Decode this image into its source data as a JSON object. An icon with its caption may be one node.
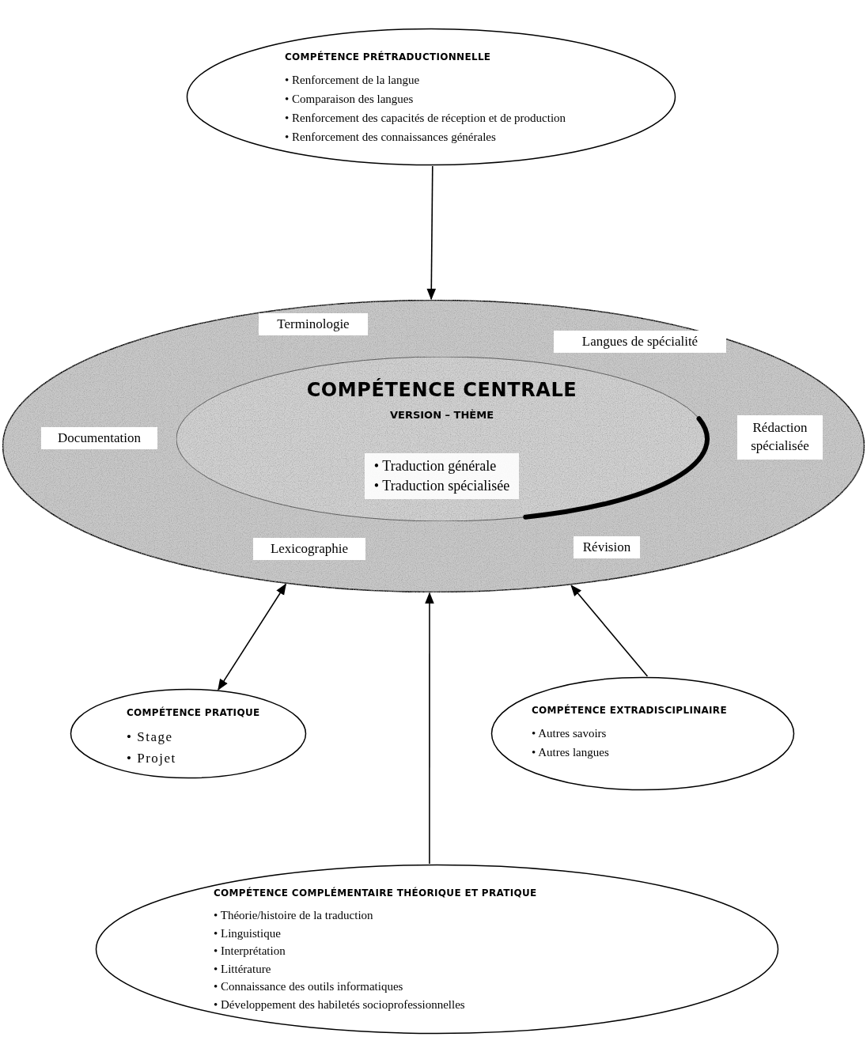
{
  "diagram": {
    "nodes": [
      {
        "text": [
          "COMPÉTENCE PRÉTRADUCTIONNELLE",
          "• Renforcement de la langue",
          "• Comparaison des langues",
          "• Renforcement des capacités de réception et de production",
          "• Renforcement des connaissances générales"
        ]
      },
      {
        "text": [],
        "shape": "ellipse"
      },
      {
        "text": [
          "Terminologie"
        ],
        "in": 1
      },
      {
        "text": [
          "Langues de spécialité"
        ],
        "in": 1
      },
      {
        "text": [
          "COMPÉTENCE CENTRALE",
          "VERSION – THÈME",
          "• Traduction générale",
          "• Traduction spécialisée"
        ],
        "in": 1
      },
      {
        "text": [
          "Documentation"
        ],
        "in": 1
      },
      {
        "text": [
          "Rédaction spécialisée"
        ],
        "in": 1
      },
      {
        "text": [
          "Lexicographie"
        ],
        "in": 1
      },
      {
        "text": [
          "Révision"
        ],
        "in": 1
      },
      {
        "text": [
          "COMPÉTENCE PRATIQUE",
          "• Stage",
          "• Projet"
        ]
      },
      {
        "text": [
          "COMPÉTENCE EXTRADISCIPLINAIRE",
          "• Autres savoirs",
          "• Autres langues"
        ]
      },
      {
        "text": [
          "COMPÉTENCE COMPLÉMENTAIRE THÉORIQUE ET PRATIQUE",
          "• Théorie/histoire de la traduction",
          "• Linguistique",
          "• Interprétation",
          "• Littérature",
          "• Connaissance des outils informatiques",
          "• Développement des habiletés socioprofessionnelles"
        ]
      }
    ],
    "edges": [
      {
        "from": 0,
        "to": 1,
        "arrow": "to"
      },
      {
        "from": 9,
        "to": 1,
        "arrow": "both"
      },
      {
        "from": 11,
        "to": 1,
        "arrow": "to"
      },
      {
        "from": 10,
        "to": 1,
        "arrow": "to"
      }
    ]
  }
}
